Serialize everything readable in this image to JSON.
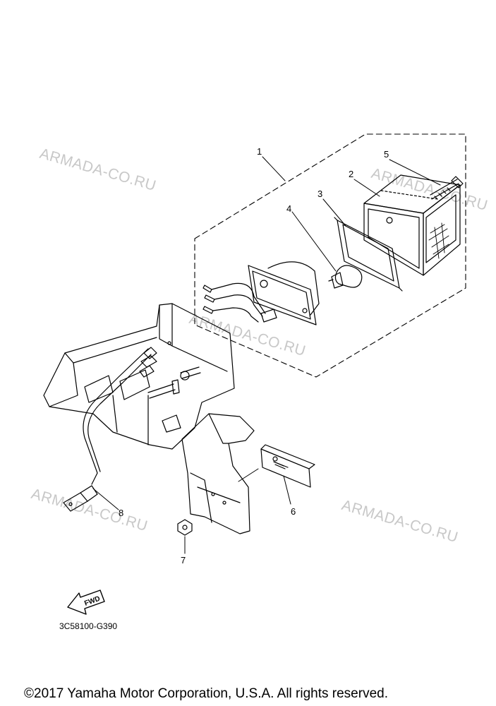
{
  "watermark_text": "ARMADA-CO.RU",
  "callouts": [
    "1",
    "2",
    "3",
    "4",
    "5",
    "6",
    "7",
    "8"
  ],
  "fwd_label": "FWD",
  "diagram_code": "3C58100-G390",
  "copyright": "©2017 Yamaha Motor Corporation, U.S.A. All rights reserved."
}
